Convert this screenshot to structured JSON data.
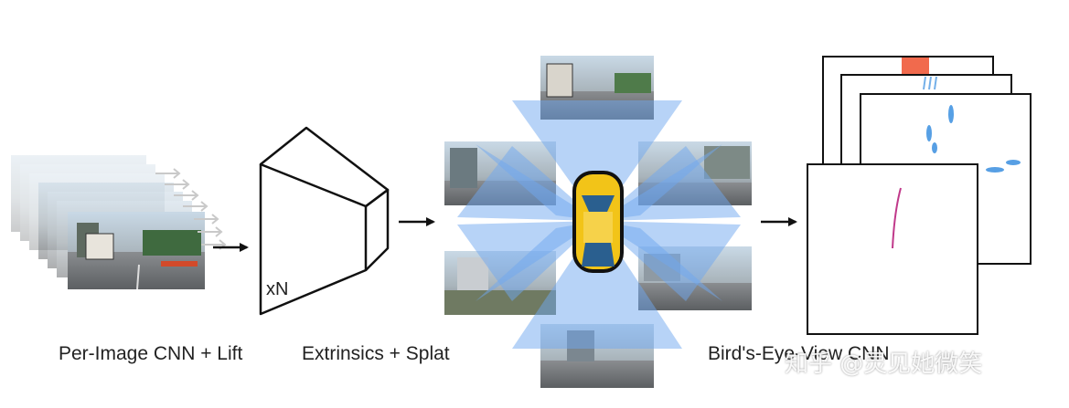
{
  "labels": {
    "per_image": "Per-Image CNN + Lift",
    "splat": "Extrinsics + Splat",
    "bev": "Bird's-Eye-View CNN",
    "depth_multiplier": "xN"
  },
  "watermark": "知乎 @灵见她微笑",
  "colors": {
    "frustum": "#6fa8f0",
    "car_body": "#f2c418",
    "bev_heat_red": "#f05a3a",
    "bev_heat_blue": "#3a8fe0",
    "bev_trace_magenta": "#c0398a"
  }
}
